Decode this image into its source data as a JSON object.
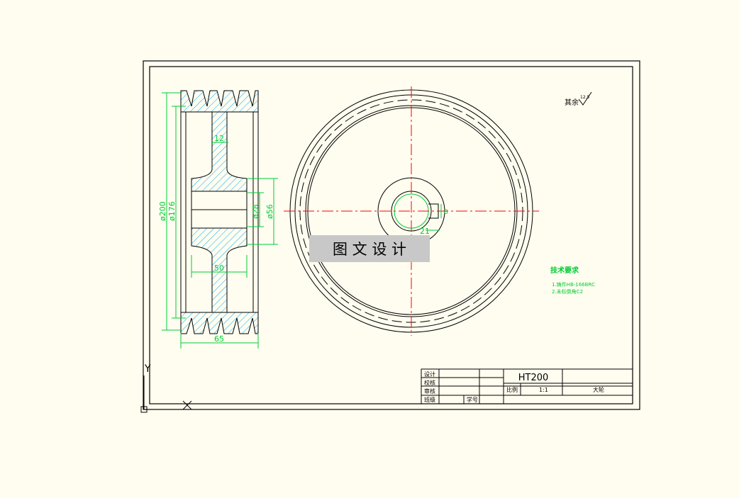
{
  "colors": {
    "background": "#fffdf0",
    "line": "#000000",
    "dimension": "#00cc33",
    "center_line": "#ff0000",
    "hatch": "#00aaff",
    "watermark_bg": "#c8c8c8"
  },
  "side_view": {
    "dim_groove": "12",
    "dim_outer": "ø200",
    "dim_pitch": "ø176",
    "dim_bore": "ø28",
    "dim_hub": "ø56",
    "dim_hub_length": "50",
    "dim_width": "65"
  },
  "front_view": {
    "dim_keyway_depth": "21",
    "dim_keyway_width": "8"
  },
  "roughness_symbol": "其余",
  "roughness_value": "12.5",
  "watermark": "图 文 设 计",
  "tech_req": {
    "title": "技术要求",
    "items": [
      "1.铸件HB-166BRC",
      "2.未标倒角C2"
    ]
  },
  "title_block": {
    "material": "HT200",
    "scale_label": "比例",
    "scale_value": "1:1",
    "part_name": "大轮",
    "rows": [
      "设计",
      "校核",
      "审核",
      "班级"
    ],
    "student_no_label": "学号"
  },
  "ucs": {
    "y_label": "Y"
  }
}
